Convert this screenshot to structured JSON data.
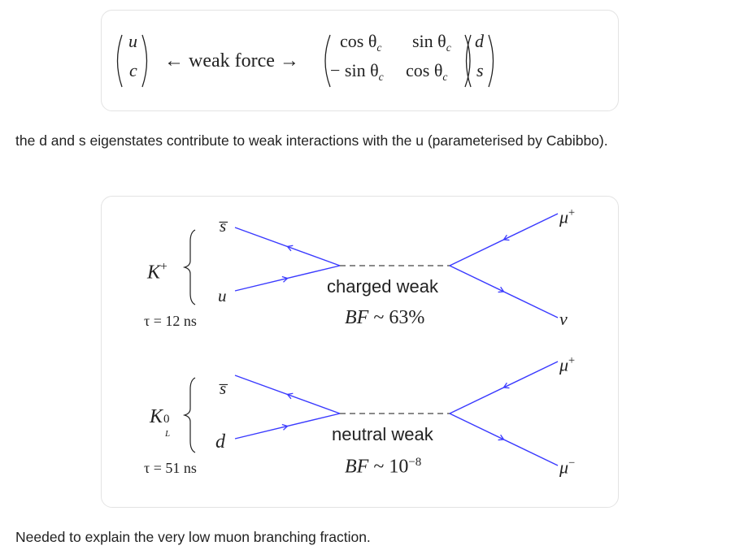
{
  "equation": {
    "left_vector": [
      "u",
      "c"
    ],
    "arrow_text": "← weak force →",
    "matrix": [
      [
        "cos θ",
        "sin θ"
      ],
      [
        "− sin θ",
        "cos θ"
      ]
    ],
    "matrix_subscript": "c",
    "right_vector": [
      "d",
      "s"
    ]
  },
  "paragraph_1": "the d and s eigenstates contribute to weak interactions with the u (parameterised by Cabibbo).",
  "diagrams": [
    {
      "meson": "K",
      "meson_sup": "+",
      "meson_sub": "",
      "quark_top": "s̅",
      "quark_bottom": "u",
      "lifetime": "τ = 12 ns",
      "exchange_label": "charged weak",
      "bf_label": "BF",
      "bf_value": "~ 63%",
      "bf_sup": "",
      "product_top": "μ",
      "product_top_sup": "+",
      "product_bottom": "ν",
      "product_bottom_sup": ""
    },
    {
      "meson": "K",
      "meson_sup": "0",
      "meson_sub": "L",
      "quark_top": "s̅",
      "quark_bottom": "d",
      "lifetime": "τ = 51 ns",
      "exchange_label": "neutral weak",
      "bf_label": "BF",
      "bf_value": "~ 10",
      "bf_sup": "−8",
      "product_top": "μ",
      "product_top_sup": "+",
      "product_bottom": "μ",
      "product_bottom_sup": "−"
    }
  ],
  "paragraph_2": "Needed to explain the very low muon branching fraction.",
  "colors": {
    "fermion_line": "#3a3aff",
    "boson_line": "#444444",
    "text": "#222222",
    "card_border": "#e3e3e3"
  }
}
